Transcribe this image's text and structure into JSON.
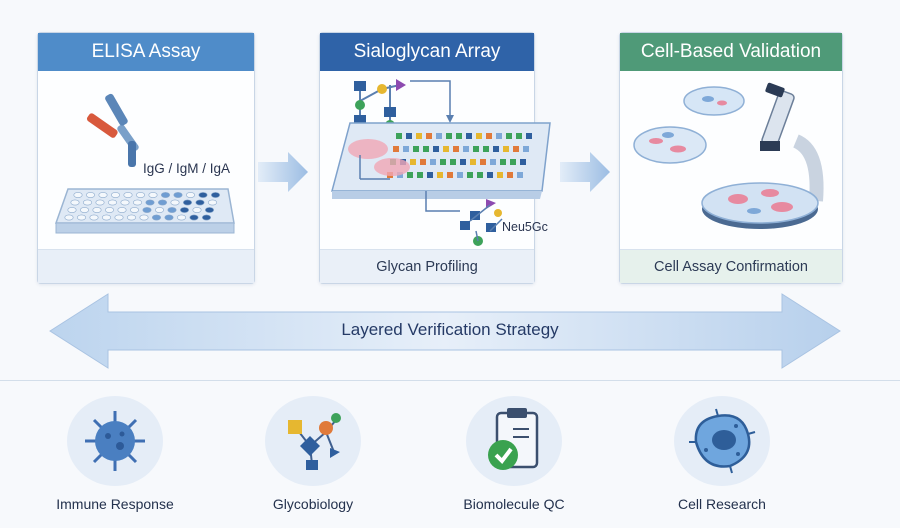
{
  "panels": [
    {
      "title": "ELISA Assay",
      "footer": "",
      "annotation": "IgG / IgM / IgA"
    },
    {
      "title": "Sialoglycan Array",
      "footer": "Glycan Profiling",
      "annotation": "Neu5Gc"
    },
    {
      "title": "Cell-Based Validation",
      "footer": "Cell Assay Confirmation",
      "annotation": ""
    }
  ],
  "strategy": {
    "label": "Layered Verification Strategy"
  },
  "applications": [
    {
      "label": "Immune Response",
      "icon": "virus-icon"
    },
    {
      "label": "Glycobiology",
      "icon": "glycan-icon"
    },
    {
      "label": "Biomolecule QC",
      "icon": "clipboard-check-icon"
    },
    {
      "label": "Cell Research",
      "icon": "cell-icon"
    }
  ],
  "colors": {
    "elisa_header": "#4f8cc9",
    "array_header": "#2f63a8",
    "cell_header": "#4f9a78",
    "arrow": "#a9c6e6"
  }
}
